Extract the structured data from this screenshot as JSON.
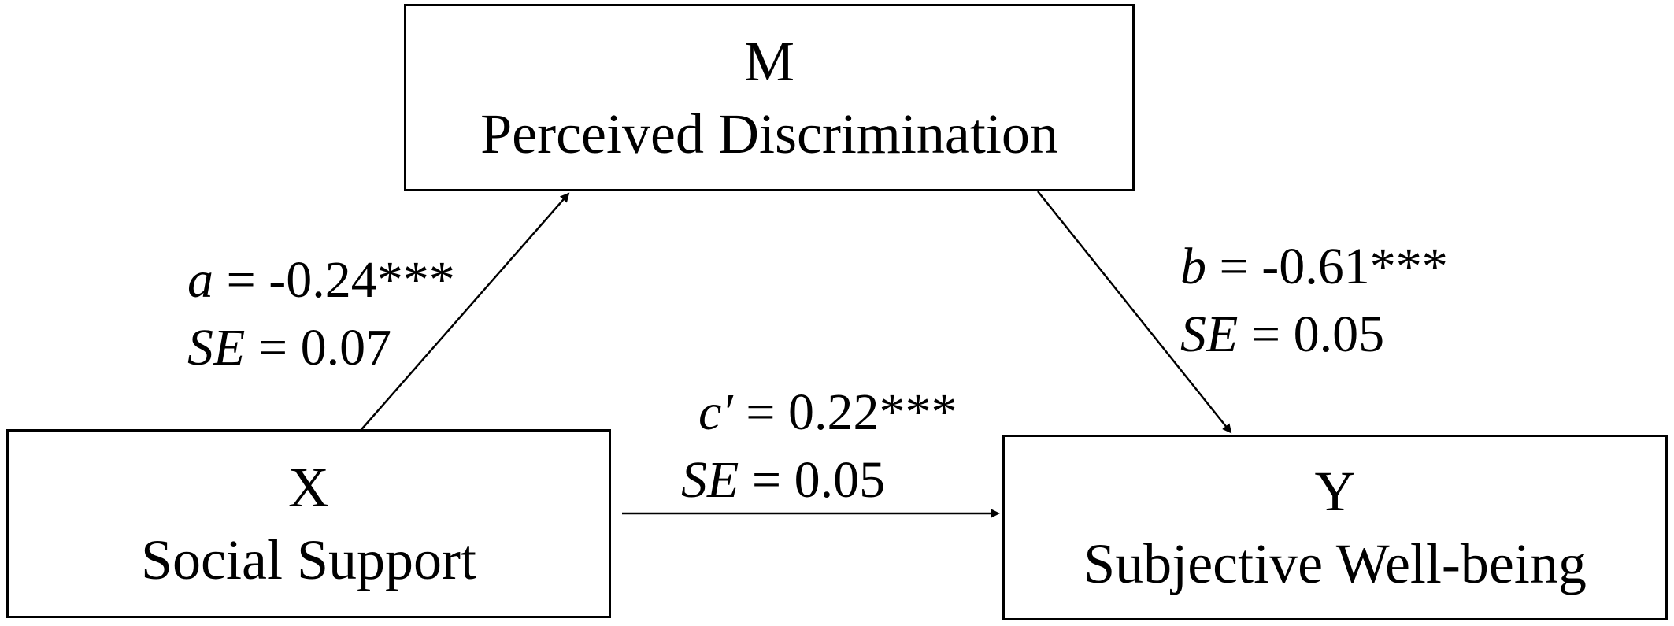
{
  "nodes": {
    "m": {
      "letter": "M",
      "label": "Perceived Discrimination"
    },
    "x": {
      "letter": "X",
      "label": "Social Support"
    },
    "y": {
      "letter": "Y",
      "label": "Subjective Well-being"
    }
  },
  "paths": {
    "a": {
      "symbol": "a",
      "equals": " = ",
      "coefficient": "-0.24***",
      "se_symbol": "SE",
      "se_equals": " = ",
      "se_value": "0.07"
    },
    "b": {
      "symbol": "b",
      "equals": " = ",
      "coefficient": "-0.61***",
      "se_symbol": "SE",
      "se_equals": " = ",
      "se_value": "0.05"
    },
    "c_prime": {
      "symbol": "c′",
      "equals": " = ",
      "coefficient": "0.22***",
      "se_symbol": "SE",
      "se_equals": " = ",
      "se_value": "0.05"
    }
  },
  "colors": {
    "line": "#000000",
    "background": "#ffffff"
  }
}
